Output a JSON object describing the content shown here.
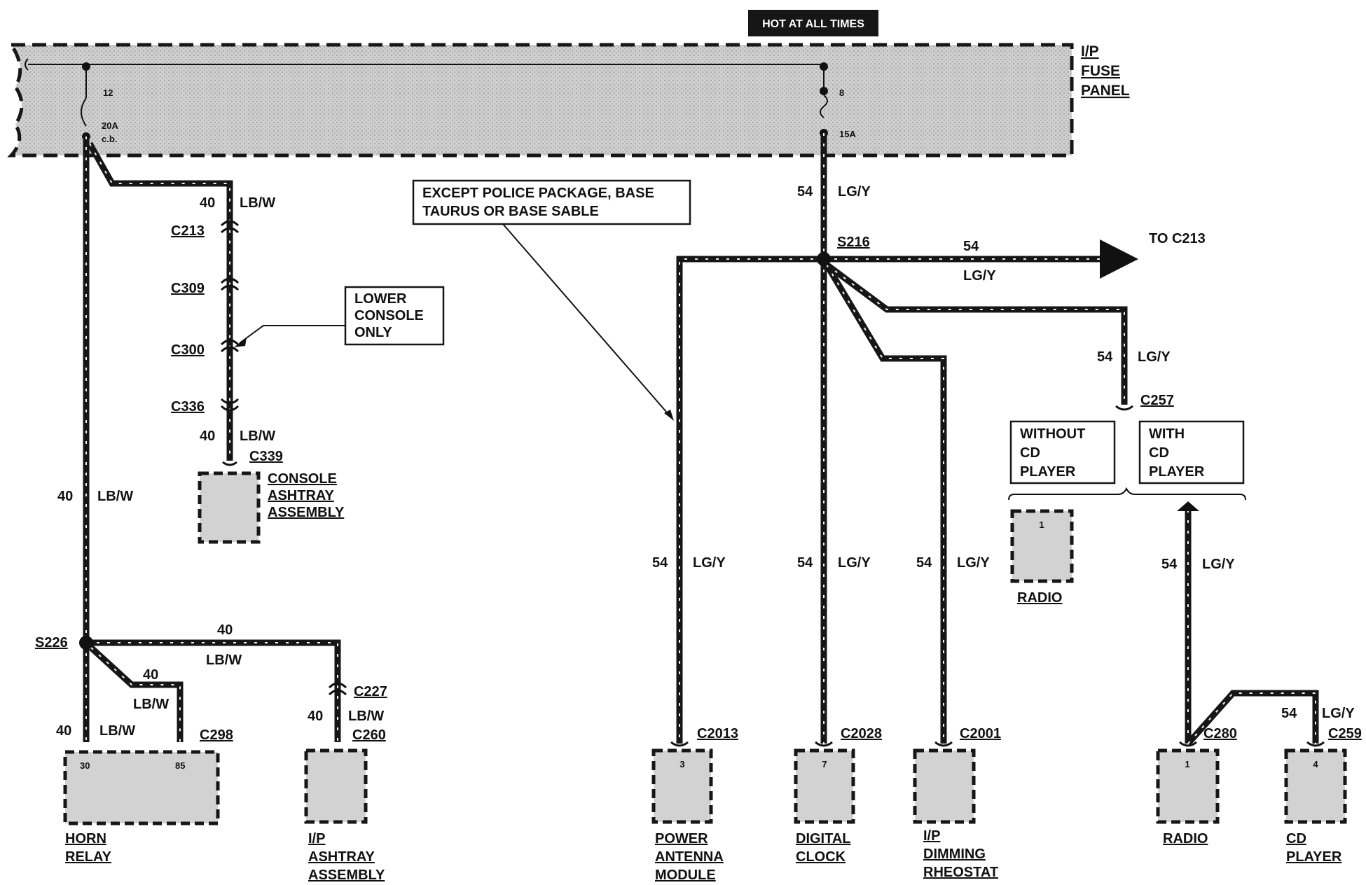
{
  "hot_label": "HOT AT ALL TIMES",
  "fuse_panel": {
    "label_line1": "I/P",
    "label_line2": "FUSE",
    "label_line3": "PANEL",
    "left_fuse_number": "12",
    "left_fuse_rating_line1": "20A",
    "left_fuse_rating_line2": "c.b.",
    "right_fuse_number": "8",
    "right_fuse_rating": "15A"
  },
  "notes": {
    "except_line1": "EXCEPT POLICE PACKAGE, BASE",
    "except_line2": "TAURUS OR BASE SABLE",
    "lower_console_line1": "LOWER",
    "lower_console_line2": "CONSOLE",
    "lower_console_line3": "ONLY",
    "without_cd_line1": "WITHOUT",
    "without_cd_line2": "CD",
    "without_cd_line3": "PLAYER",
    "with_cd_line1": "WITH",
    "with_cd_line2": "CD",
    "with_cd_line3": "PLAYER"
  },
  "wire_labels": {
    "circuit_40": "40",
    "circuit_54": "54",
    "color_lbw": "LB/W",
    "color_lgy": "LG/Y"
  },
  "connectors": {
    "c213": "C213",
    "c309": "C309",
    "c300": "C300",
    "c336": "C336",
    "c339": "C339",
    "c227": "C227",
    "c260": "C260",
    "c298": "C298",
    "c2013": "C2013",
    "c2028": "C2028",
    "c2001": "C2001",
    "c257": "C257",
    "c280": "C280",
    "c259": "C259"
  },
  "splices": {
    "s226": "S226",
    "s216": "S216"
  },
  "to_c213": "TO C213",
  "components": {
    "console_ashtray": {
      "line1": "CONSOLE",
      "line2": "ASHTRAY",
      "line3": "ASSEMBLY"
    },
    "horn_relay": {
      "line1": "HORN",
      "line2": "RELAY",
      "pin_left": "30",
      "pin_right": "85"
    },
    "ip_ashtray": {
      "line1": "I/P",
      "line2": "ASHTRAY",
      "line3": "ASSEMBLY"
    },
    "power_antenna": {
      "line1": "POWER",
      "line2": "ANTENNA",
      "line3": "MODULE",
      "pin": "3"
    },
    "digital_clock": {
      "line1": "DIGITAL",
      "line2": "CLOCK",
      "pin": "7"
    },
    "dimming_rheostat": {
      "line1": "I/P",
      "line2": "DIMMING",
      "line3": "RHEOSTAT"
    },
    "radio_without_cd": {
      "line1": "RADIO",
      "pin": "1"
    },
    "radio_with_cd": {
      "line1": "RADIO",
      "pin": "1"
    },
    "cd_player": {
      "line1": "CD",
      "line2": "PLAYER",
      "pin": "4"
    }
  }
}
